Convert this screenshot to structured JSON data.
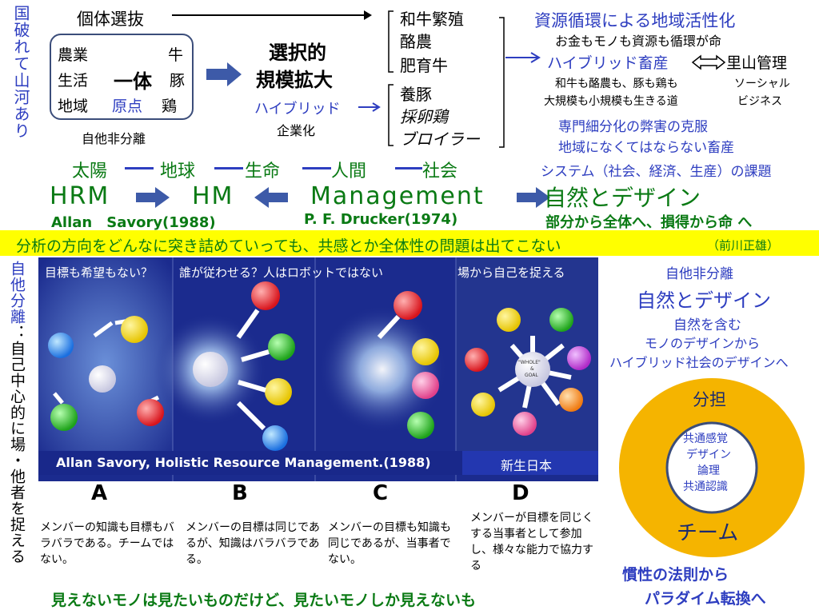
{
  "side_left": {
    "top": "国破れて山河あり",
    "bottom_red": "自他分離",
    "bottom_rest": "：自己中心的に場・他者を捉える"
  },
  "top": {
    "individual": "個体選抜",
    "farm_rows": [
      {
        "left": "農業",
        "mid": "",
        "right": "牛"
      },
      {
        "left": "生活",
        "mid": "一体",
        "right": "豚"
      },
      {
        "left": "地域",
        "mid": "原点",
        "right": "鶏"
      }
    ],
    "separation": "自他非分離",
    "selective_1": "選択的",
    "selective_2": "規模拡大",
    "hybrid": "ハイブリッド",
    "corporate": "企業化",
    "list_a": [
      "和牛繁殖",
      "酪農",
      "肥育牛"
    ],
    "list_b": [
      "養豚",
      "採卵鶏",
      "ブロイラー"
    ]
  },
  "right_top": {
    "title": "資源循環による地域活性化",
    "sub": "お金もモノも資源も循環が命",
    "hybrid_farm": "ハイブリッド畜産",
    "satoyama": "里山管理",
    "line1": "和牛も酪農も、豚も鶏も",
    "line2": "大規模も小規模も生きる道",
    "social1": "ソーシャル",
    "social2": "ビジネス",
    "blue1": "専門細分化の弊害の克服",
    "blue2": "地域になくてはならない畜産",
    "system": "システム（社会、経済、生産）の課題"
  },
  "chain": [
    "太陽",
    "地球",
    "生命",
    "人間",
    "社会"
  ],
  "mgmt": {
    "hrm": "HRM",
    "hm": "HM",
    "management": "Management",
    "design": "自然とデザイン",
    "savory": "Allan　Savory(1988)",
    "drucker": "P. F. Drucker(1974)",
    "part_whole": "部分から全体へ、損得から命 へ"
  },
  "banner": {
    "main": "分析の方向をどんなに突き詰めていっても、共感とか全体性の問題は出てこない",
    "author": "（前川正雄）"
  },
  "panel": {
    "titles": [
      "目標も希望もない？",
      "誰が従わせる？人はロボットではない",
      "",
      "場から自己を捉える"
    ],
    "caption": "Allan Savory, Holistic Resource Management.(1988)",
    "caption_d": "新生日本",
    "goal1": "\"WHOLE\"",
    "goal2": "&",
    "goal3": "GOAL"
  },
  "letters": [
    "A",
    "B",
    "C",
    "D"
  ],
  "descriptions": [
    "メンバーの知識も目標もバラバラである。チームではない。",
    "メンバーの目標は同じであるが、知識はバラバラである。",
    "メンバーの目標も知識も同じであるが、当事者でない。",
    "メンバーが目標を同じくする当事者として参加し、様々な能力で協力する"
  ],
  "right_mid": {
    "sep": "自他非分離",
    "design": "自然とデザイン",
    "include": "自然を含む",
    "from": "モノのデザインから",
    "to": "ハイブリッド社会のデザインへ"
  },
  "ring": {
    "top": "分担",
    "inner": [
      "共通感覚",
      "デザイン",
      "論理",
      "共通認識"
    ],
    "bottom": "チーム"
  },
  "inertia1": "慣性の法則から",
  "inertia2": "パラダイム転換へ",
  "bottom": "見えないモノは見たいものだけど、見たいモノしか見えないも",
  "colors": {
    "ring": "#f5b400",
    "panel": "#1b2b8e",
    "banner": "#ffff00",
    "blue": "#2e3ec0",
    "green": "#0a7a14"
  }
}
